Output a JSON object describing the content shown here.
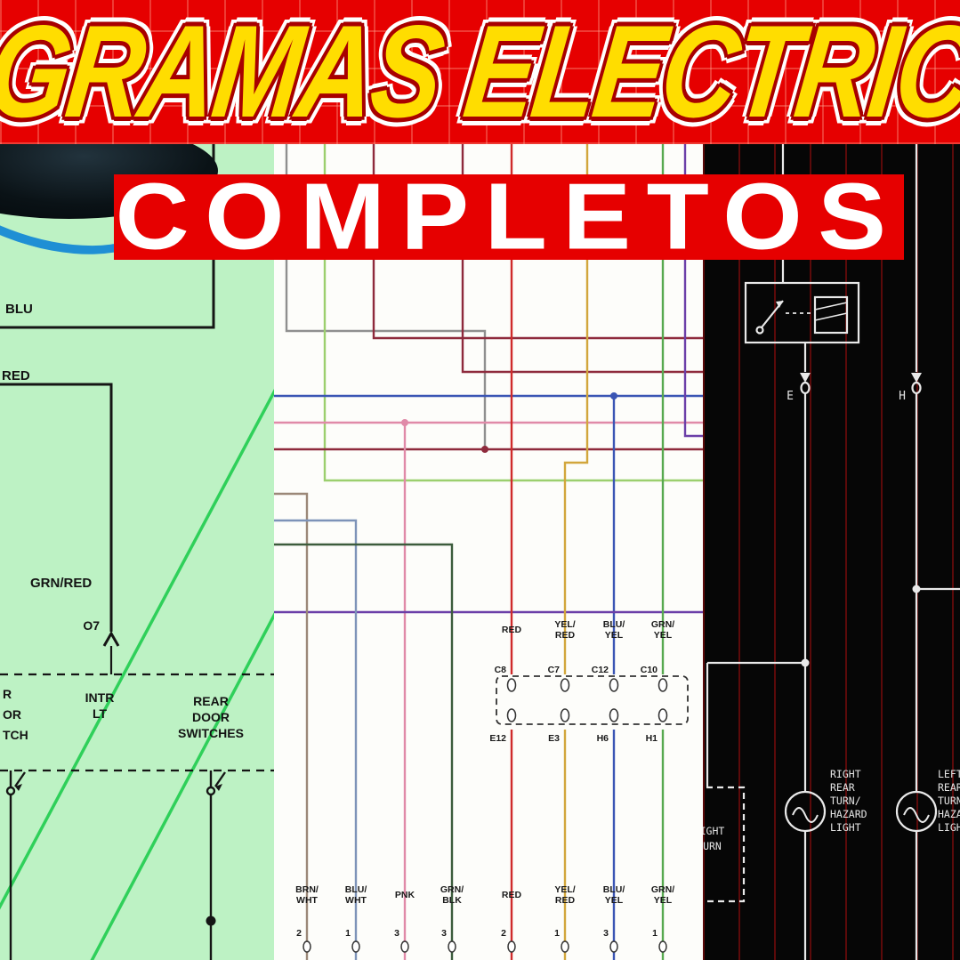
{
  "banner": {
    "title": "GRAMAS ELECTRIC",
    "subtitle": "COMPLETOS"
  },
  "colors": {
    "banner_red": "#e60000",
    "title_yellow": "#ffdd00",
    "panel_green": "#bdf2c4",
    "panel_white": "#fdfdfa",
    "panel_black": "#060606",
    "green_diagonal": "#2fd05a",
    "wire_maroon": "#8e2a3c",
    "wire_red": "#cf2b2b",
    "wire_yellow": "#d2a63c",
    "wire_green": "#57a94f",
    "wire_blue": "#3a55b4",
    "wire_purple": "#6b3fa8",
    "wire_pink": "#e08aa8"
  },
  "left_diagram": {
    "blu": "BLU",
    "red": "RED",
    "grn_red": "GRN/RED",
    "o7": "O7",
    "intr": [
      "INTR",
      "LT"
    ],
    "rear": [
      "REAR",
      "DOOR",
      "SWITCHES"
    ],
    "fragments": [
      "R",
      "OR",
      "TCH"
    ]
  },
  "middle_diagram": {
    "top_pins": [
      "C8",
      "C7",
      "C12",
      "C10"
    ],
    "bottom_pins": [
      "E12",
      "E3",
      "H6",
      "H1"
    ],
    "top_labels": [
      [
        "RED"
      ],
      [
        "YEL/",
        "RED"
      ],
      [
        "BLU/",
        "YEL"
      ],
      [
        "GRN/",
        "YEL"
      ]
    ],
    "bottom_labels": [
      [
        "BRN/",
        "WHT"
      ],
      [
        "BLU/",
        "WHT"
      ],
      [
        "PNK"
      ],
      [
        "GRN/",
        "BLK"
      ],
      [
        "RED"
      ],
      [
        "YEL/",
        "RED"
      ],
      [
        "BLU/",
        "YEL"
      ],
      [
        "GRN/",
        "YEL"
      ]
    ],
    "pin_numbers": [
      "2",
      "1",
      "3",
      "3",
      "2",
      "1",
      "3",
      "1"
    ]
  },
  "right_diagram": {
    "pin_e": "E",
    "pin_h": "H",
    "lamp_left": [
      "RIGHT",
      "REAR",
      "TURN/",
      "HAZARD",
      "LIGHT"
    ],
    "lamp_right": [
      "LEFT",
      "REAR",
      "TURN/",
      "HAZARD",
      "LIGHT"
    ],
    "box": [
      "RIGHT",
      "TURN"
    ]
  }
}
